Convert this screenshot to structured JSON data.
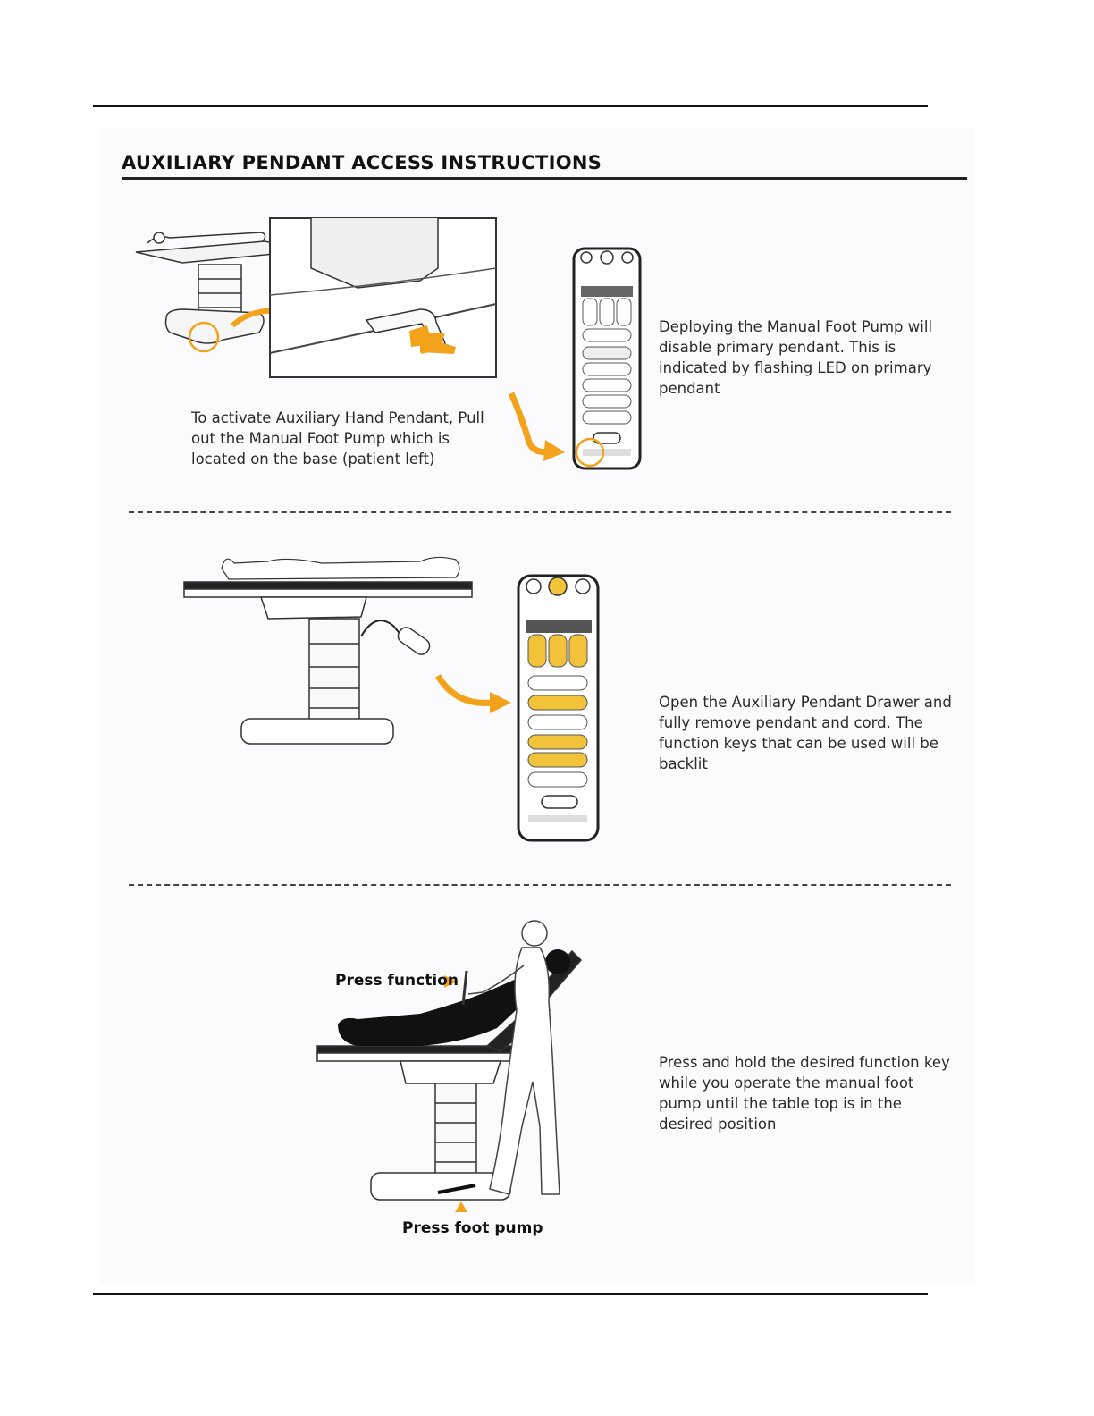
{
  "document": {
    "title": "AUXILIARY PENDANT ACCESS INSTRUCTIONS"
  },
  "sections": [
    {
      "caption_left": "To activate Auxiliary Hand Pendant, Pull out the Manual Foot Pump which is located on the base (patient left)",
      "caption_right": "Deploying the Manual Foot Pump will disable primary pendant. This is indicated by  flashing LED on primary pendant"
    },
    {
      "caption_right": "Open the Auxiliary Pendant Drawer and fully remove pendant and cord. The function keys that can be used will be backlit"
    },
    {
      "caption_right": "Press and hold the desired function key while you operate the manual foot pump until the table top is in the desired position",
      "label_function": "Press function",
      "label_pump": "Press foot pump"
    }
  ],
  "colors": {
    "accent": "#f2a21b",
    "line": "#333333"
  },
  "icons": [
    "table-illustration",
    "foot-pump-illustration",
    "hand-pendant-illustration",
    "arrow-icon",
    "person-illustration"
  ]
}
